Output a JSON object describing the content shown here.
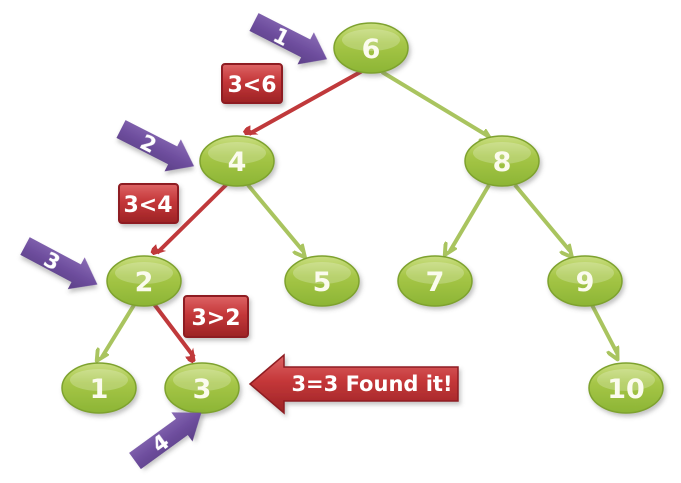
{
  "diagram": {
    "type": "binary-search-tree-search",
    "search_target": "3"
  },
  "tree": {
    "nodes": [
      {
        "label": "6"
      },
      {
        "label": "4"
      },
      {
        "label": "8"
      },
      {
        "label": "2"
      },
      {
        "label": "5"
      },
      {
        "label": "7"
      },
      {
        "label": "9"
      },
      {
        "label": "1"
      },
      {
        "label": "3"
      },
      {
        "label": "10"
      }
    ]
  },
  "edges": {
    "search_path": [
      {
        "from": "6",
        "to": "4"
      },
      {
        "from": "4",
        "to": "2"
      },
      {
        "from": "2",
        "to": "3"
      }
    ],
    "tree": [
      {
        "from": "6",
        "to": "8"
      },
      {
        "from": "4",
        "to": "5"
      },
      {
        "from": "2",
        "to": "1"
      },
      {
        "from": "8",
        "to": "7"
      },
      {
        "from": "8",
        "to": "9"
      },
      {
        "from": "9",
        "to": "10"
      }
    ]
  },
  "steps": [
    {
      "label": "1",
      "comparison": "3<6"
    },
    {
      "label": "2",
      "comparison": "3<4"
    },
    {
      "label": "3",
      "comparison": "3>2"
    },
    {
      "label": "4",
      "comparison": "3=3  Found it!"
    }
  ],
  "colors": {
    "background": "#ffffff",
    "node_fill": "#a3c443",
    "node_border": "#7ea22f",
    "node_text": "#fbfbee",
    "search_edge": "#c0393b",
    "tree_edge": "#a9c45f",
    "step_arrow": "#6f4f9f",
    "comparison_box": "#c23b3c",
    "label_text": "#ffffff"
  }
}
